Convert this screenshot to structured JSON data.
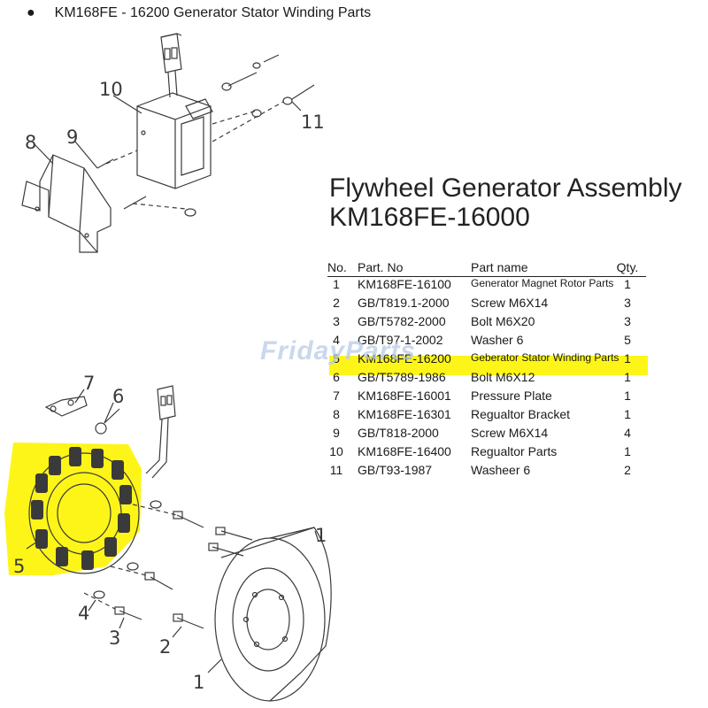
{
  "heading": "KM168FE - 16200 Generator Stator Winding Parts",
  "assembly": {
    "title_line1": "Flywheel Generator Assembly",
    "title_line2": "KM168FE-16000"
  },
  "table": {
    "headers": {
      "no": "No.",
      "part_no": "Part. No",
      "name": "Part name",
      "qty": "Qty."
    },
    "rows": [
      {
        "no": "1",
        "part_no": "KM168FE-16100",
        "name": "Generator Magnet Rotor Parts",
        "qty": "1"
      },
      {
        "no": "2",
        "part_no": "GB/T819.1-2000",
        "name": "Screw M6X14",
        "qty": "3"
      },
      {
        "no": "3",
        "part_no": "GB/T5782-2000",
        "name": "Bolt M6X20",
        "qty": "3"
      },
      {
        "no": "4",
        "part_no": "GB/T97-1-2002",
        "name": "Washer 6",
        "qty": "5"
      },
      {
        "no": "5",
        "part_no": "KM168FE-16200",
        "name": "Geberator Stator Winding Parts",
        "qty": "1"
      },
      {
        "no": "6",
        "part_no": "GB/T5789-1986",
        "name": "Bolt M6X12",
        "qty": "1"
      },
      {
        "no": "7",
        "part_no": "KM168FE-16001",
        "name": "Pressure Plate",
        "qty": "1"
      },
      {
        "no": "8",
        "part_no": "KM168FE-16301",
        "name": "Regualtor Bracket",
        "qty": "1"
      },
      {
        "no": "9",
        "part_no": "GB/T818-2000",
        "name": "Screw M6X14",
        "qty": "4"
      },
      {
        "no": "10",
        "part_no": "KM168FE-16400",
        "name": "Regualtor Parts",
        "qty": "1"
      },
      {
        "no": "11",
        "part_no": "GB/T93-1987",
        "name": "Washeer 6",
        "qty": "2"
      }
    ]
  },
  "callouts": [
    "1",
    "2",
    "3",
    "4",
    "5",
    "6",
    "7",
    "8",
    "9",
    "10",
    "11"
  ],
  "watermark": "FridayParts",
  "colors": {
    "highlight": "#fdf518",
    "line": "#3a3a3a",
    "watermark": "#b7cce6"
  }
}
